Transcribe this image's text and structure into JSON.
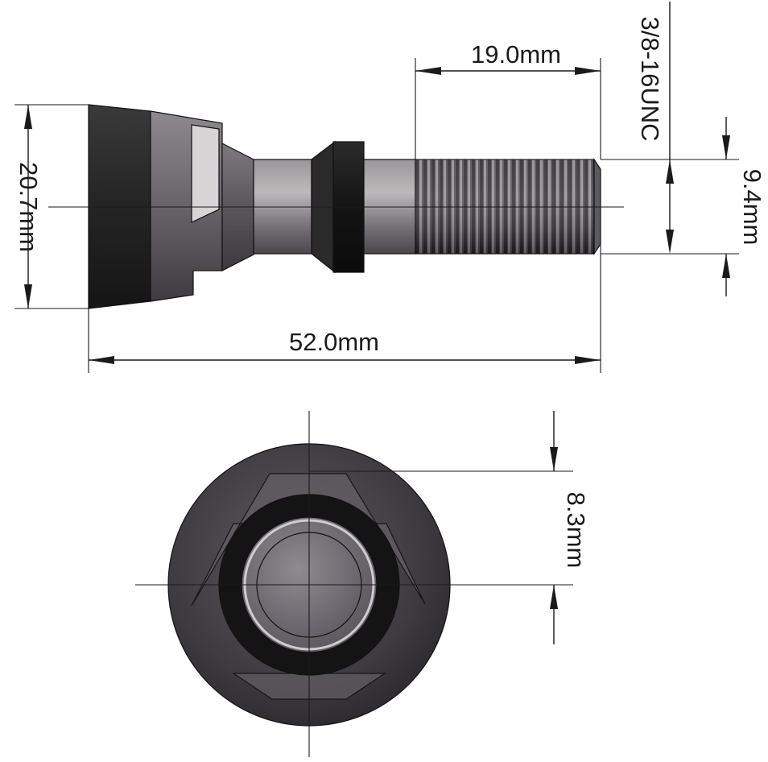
{
  "dimensions": {
    "overall_length": "52.0mm",
    "head_diameter": "20.7mm",
    "thread_length": "19.0mm",
    "thread_diameter": "9.4mm",
    "thread_spec": "3/8-16UNC",
    "end_view_offset": "8.3mm"
  },
  "colors": {
    "black_part": "#1b1b1b",
    "metal_dark": "#4a474b",
    "metal_mid": "#6e6a6f",
    "metal_light": "#b9b6b8",
    "dimension_ink": "#1a1a1a"
  }
}
